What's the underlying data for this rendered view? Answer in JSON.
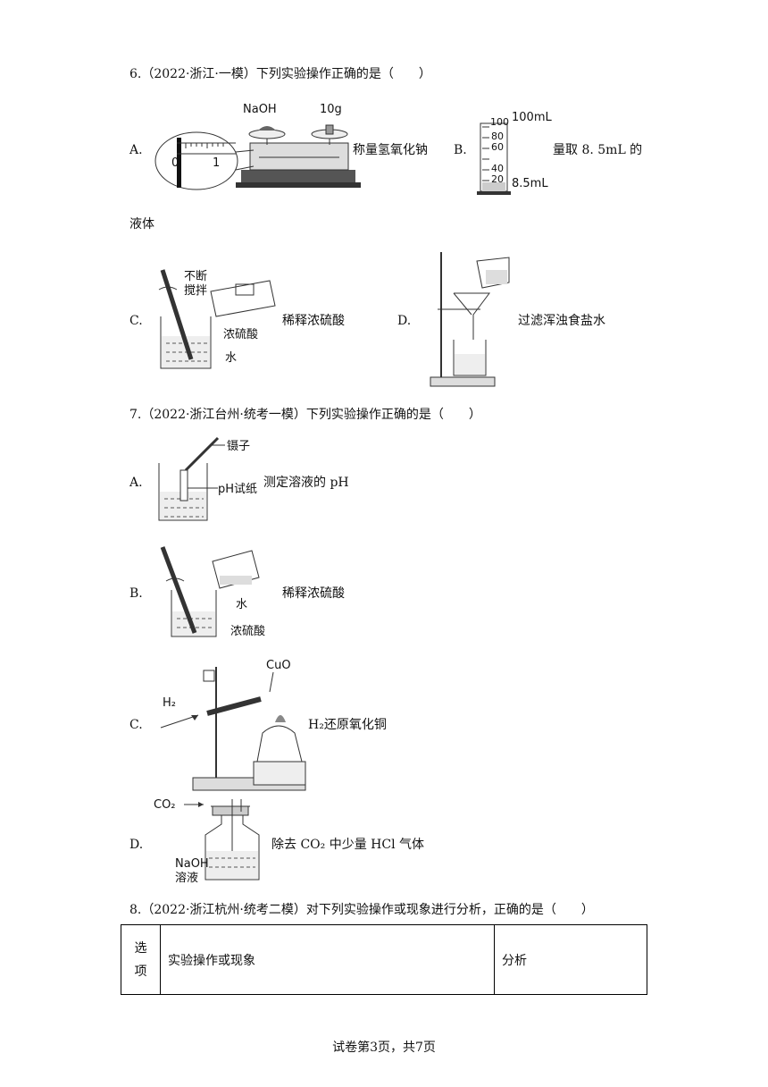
{
  "q6": {
    "stem": "6.（2022·浙江·一模）下列实验操作正确的是（　　）",
    "options": [
      {
        "letter": "A.",
        "caption": "称量氢氧化钠",
        "labels": {
          "naoh": "NaOH",
          "weight": "10g",
          "zero": "0",
          "one": "1"
        }
      },
      {
        "letter": "B.",
        "caption": "量取 8. 5mL 的",
        "caption_cont": "液体",
        "labels": {
          "cap": "100mL",
          "read": "8.5mL",
          "t100": "100",
          "t80": "80",
          "t60": "60",
          "t40": "40",
          "t20": "20"
        }
      },
      {
        "letter": "C.",
        "caption": "稀释浓硫酸",
        "labels": {
          "stir1": "不断",
          "stir2": "搅拌",
          "acid": "浓硫酸",
          "water": "水"
        }
      },
      {
        "letter": "D.",
        "caption": "过滤浑浊食盐水"
      }
    ]
  },
  "q7": {
    "stem": "7.（2022·浙江台州·统考一模）下列实验操作正确的是（　　）",
    "options": [
      {
        "letter": "A.",
        "caption": "测定溶液的 pH",
        "labels": {
          "tweezers": "镊子",
          "paper": "pH试纸"
        }
      },
      {
        "letter": "B.",
        "caption": "稀释浓硫酸",
        "labels": {
          "water": "水",
          "acid": "浓硫酸"
        }
      },
      {
        "letter": "C.",
        "caption": "H₂还原氧化铜",
        "labels": {
          "cuo": "CuO",
          "h2": "H₂"
        }
      },
      {
        "letter": "D.",
        "caption": "除去 CO₂ 中少量 HCl 气体",
        "labels": {
          "co2": "CO₂",
          "naoh1": "NaOH",
          "naoh2": "溶液"
        }
      }
    ]
  },
  "q8": {
    "stem": "8.（2022·浙江杭州·统考二模）对下列实验操作或现象进行分析，正确的是（　　）",
    "table_headers": {
      "col1_line1": "选",
      "col1_line2": "项",
      "col2": "实验操作或现象",
      "col3": "分析"
    }
  },
  "footer": "试卷第3页，共7页"
}
